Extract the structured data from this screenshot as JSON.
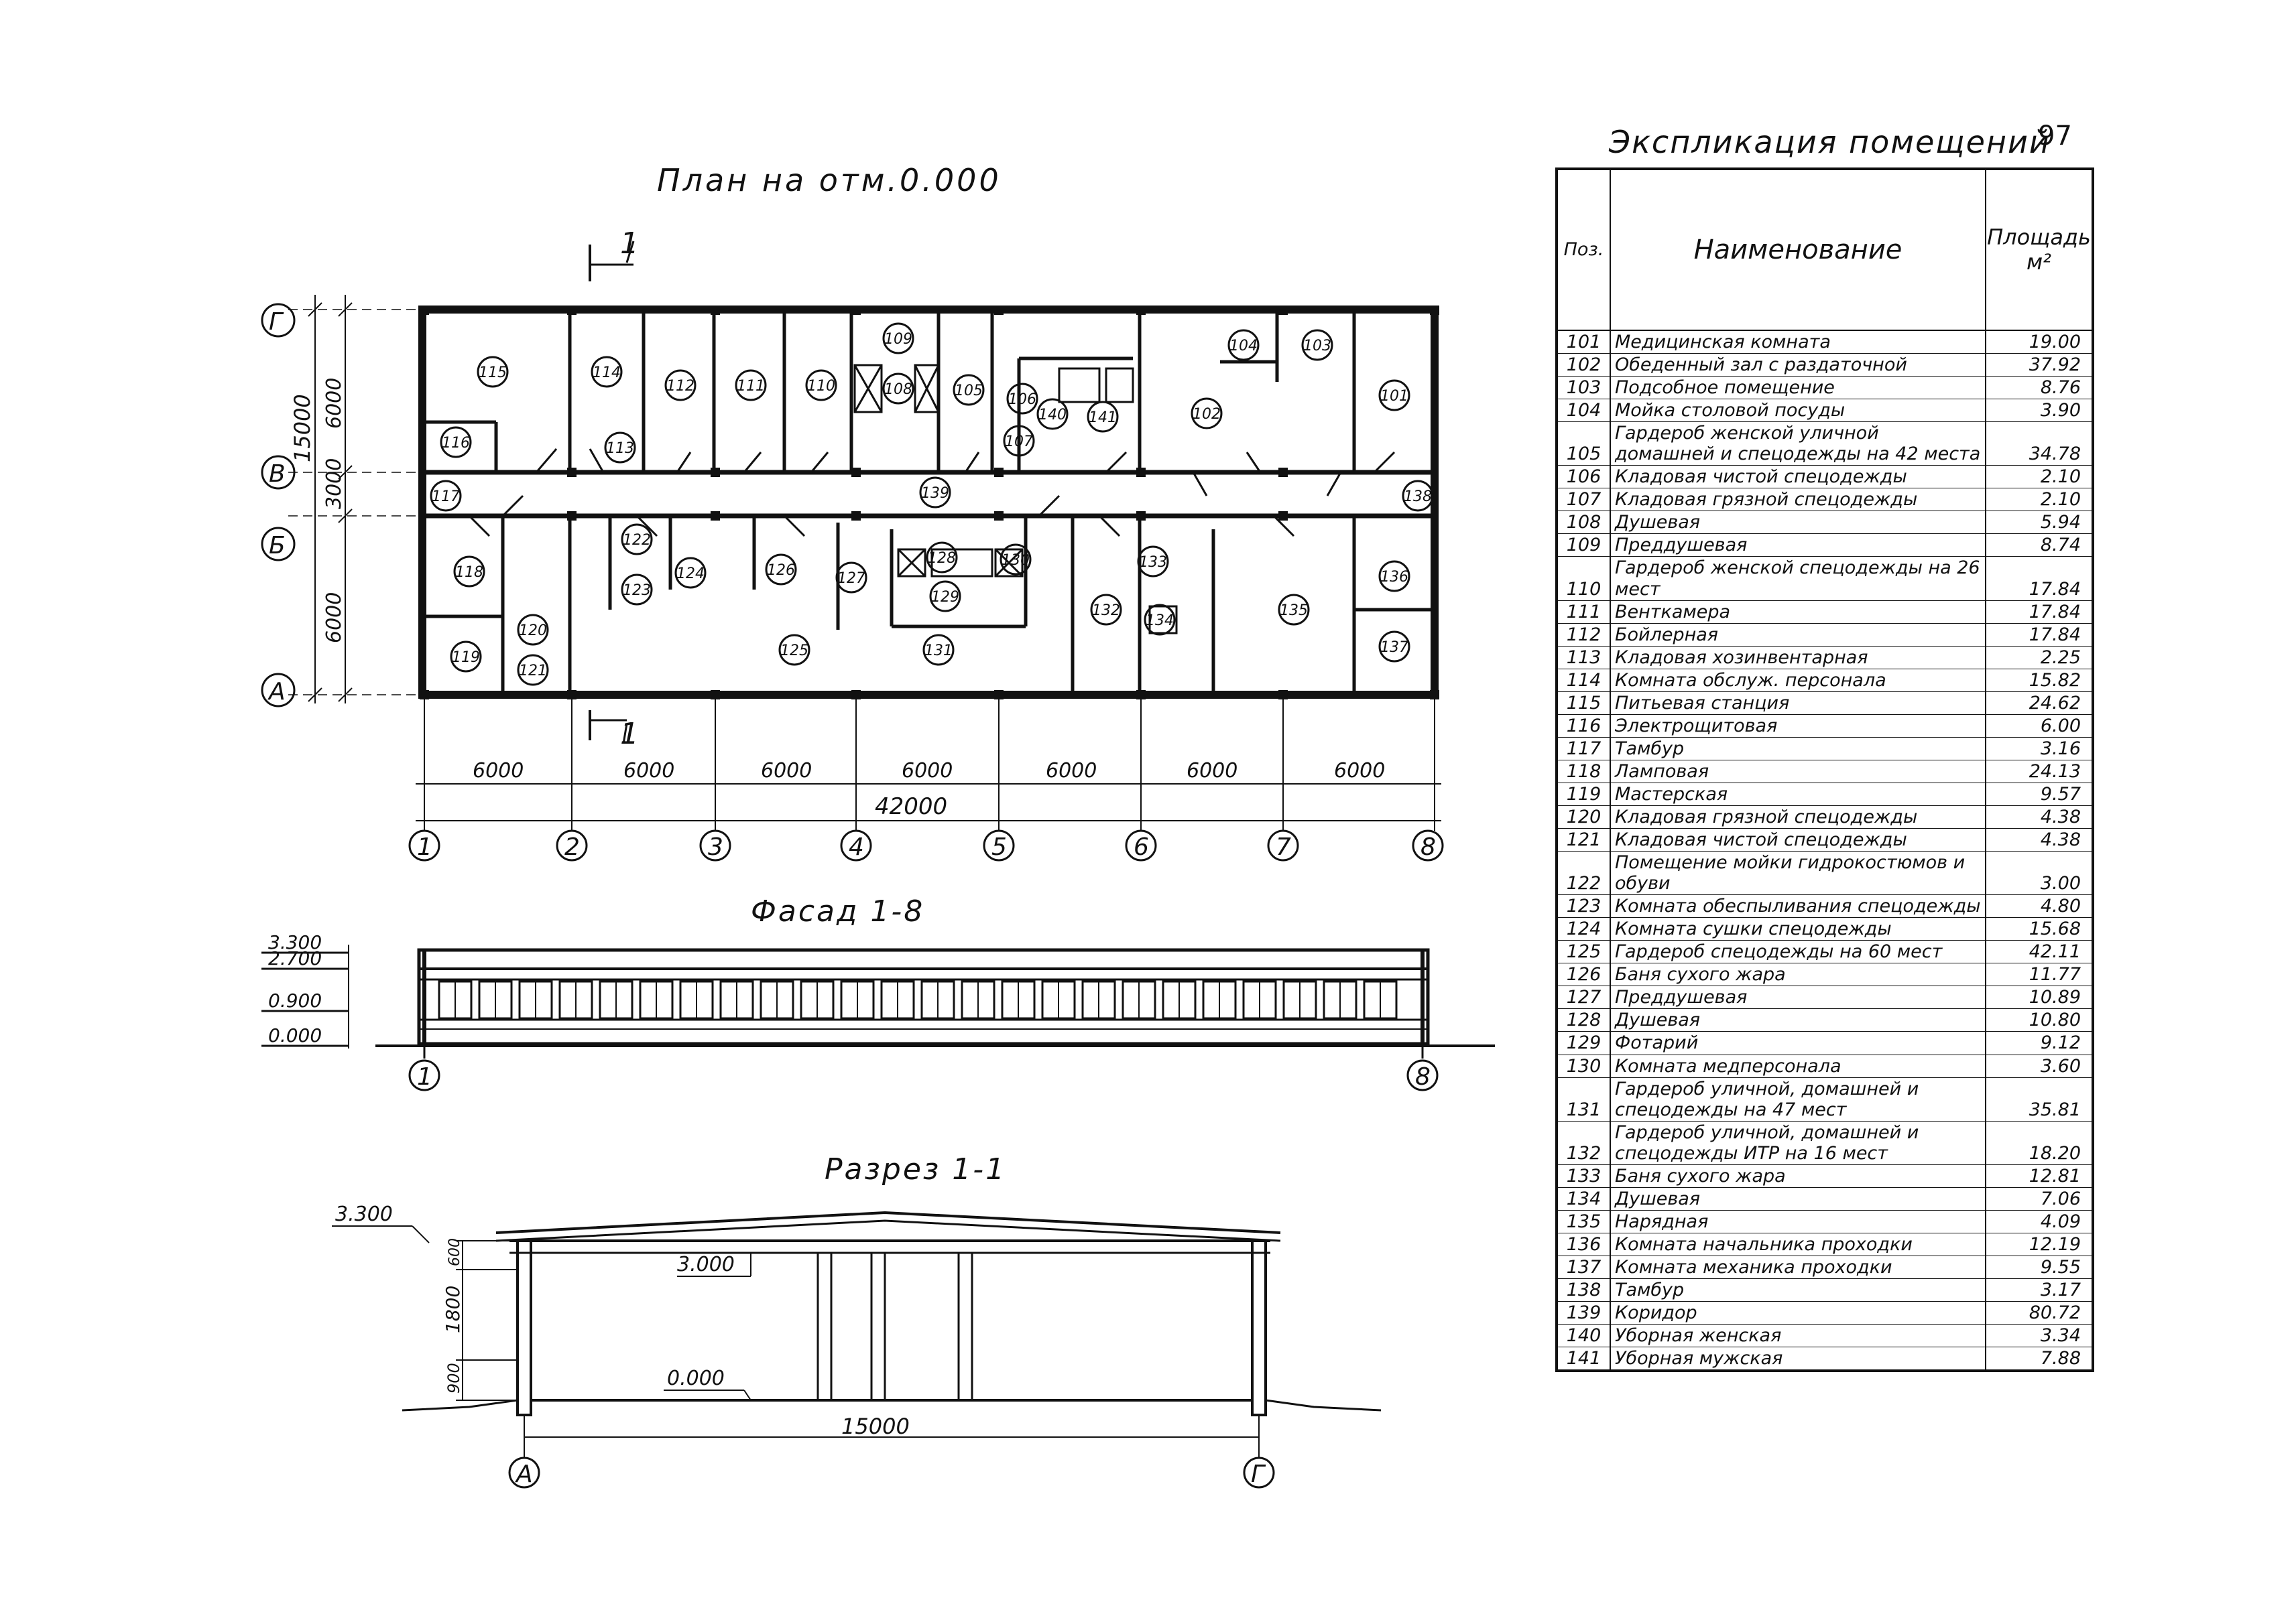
{
  "page_number": "97",
  "plan": {
    "title": "План на отм.0.000",
    "section_mark": "1",
    "axes_letters": [
      "Г",
      "В",
      "Б",
      "А"
    ],
    "axes_numbers": [
      "1",
      "2",
      "3",
      "4",
      "5",
      "6",
      "7",
      "8"
    ],
    "dims_vertical": [
      "6000",
      "3000",
      "6000"
    ],
    "dim_total_vertical": "15000",
    "dims_horizontal": [
      "6000",
      "6000",
      "6000",
      "6000",
      "6000",
      "6000",
      "6000"
    ],
    "dim_total_horizontal": "42000",
    "room_labels": [
      "115",
      "114",
      "112",
      "111",
      "110",
      "109",
      "108",
      "105",
      "106",
      "140",
      "141",
      "107",
      "102",
      "104",
      "103",
      "101",
      "116",
      "113",
      "117",
      "139",
      "138",
      "118",
      "122",
      "123",
      "124",
      "126",
      "127",
      "128",
      "129",
      "130",
      "132",
      "133",
      "134",
      "135",
      "136",
      "137",
      "120",
      "121",
      "119",
      "125",
      "131"
    ]
  },
  "facade": {
    "title": "Фасад 1-8",
    "levels": [
      "3.300",
      "2.700",
      "0.900",
      "0.000"
    ],
    "axes": [
      "1",
      "8"
    ]
  },
  "section": {
    "title": "Разрез 1-1",
    "levels": [
      "3.300",
      "3.000",
      "0.000"
    ],
    "dims": [
      "600",
      "1800",
      "900"
    ],
    "span": "15000",
    "axes": [
      "А",
      "Г"
    ]
  },
  "explication": {
    "title": "Экспликация помещений",
    "headers": {
      "pos": "Поз.",
      "name": "Наименование",
      "area": "Площадь м²"
    },
    "rows": [
      {
        "pos": "101",
        "name": "Медицинская комната",
        "area": "19.00"
      },
      {
        "pos": "102",
        "name": "Обеденный зал с раздаточной",
        "area": "37.92"
      },
      {
        "pos": "103",
        "name": "Подсобное помещение",
        "area": "8.76"
      },
      {
        "pos": "104",
        "name": "Мойка столовой посуды",
        "area": "3.90"
      },
      {
        "pos": "105",
        "name": "Гардероб женской уличной домашней и спецодежды на 42 места",
        "area": "34.78"
      },
      {
        "pos": "106",
        "name": "Кладовая чистой спецодежды",
        "area": "2.10"
      },
      {
        "pos": "107",
        "name": "Кладовая грязной спецодежды",
        "area": "2.10"
      },
      {
        "pos": "108",
        "name": "Душевая",
        "area": "5.94"
      },
      {
        "pos": "109",
        "name": "Преддушевая",
        "area": "8.74"
      },
      {
        "pos": "110",
        "name": "Гардероб женской спецодежды на 26 мест",
        "area": "17.84"
      },
      {
        "pos": "111",
        "name": "Венткамера",
        "area": "17.84"
      },
      {
        "pos": "112",
        "name": "Бойлерная",
        "area": "17.84"
      },
      {
        "pos": "113",
        "name": "Кладовая хозинвентарная",
        "area": "2.25"
      },
      {
        "pos": "114",
        "name": "Комната обслуж. персонала",
        "area": "15.82"
      },
      {
        "pos": "115",
        "name": "Питьевая станция",
        "area": "24.62"
      },
      {
        "pos": "116",
        "name": "Электрощитовая",
        "area": "6.00"
      },
      {
        "pos": "117",
        "name": "Тамбур",
        "area": "3.16"
      },
      {
        "pos": "118",
        "name": "Ламповая",
        "area": "24.13"
      },
      {
        "pos": "119",
        "name": "Мастерская",
        "area": "9.57"
      },
      {
        "pos": "120",
        "name": "Кладовая грязной спецодежды",
        "area": "4.38"
      },
      {
        "pos": "121",
        "name": "Кладовая чистой спецодежды",
        "area": "4.38"
      },
      {
        "pos": "122",
        "name": "Помещение мойки гидрокостюмов и обуви",
        "area": "3.00"
      },
      {
        "pos": "123",
        "name": "Комната обеспыливания спецодежды",
        "area": "4.80"
      },
      {
        "pos": "124",
        "name": "Комната сушки спецодежды",
        "area": "15.68"
      },
      {
        "pos": "125",
        "name": "Гардероб спецодежды на 60 мест",
        "area": "42.11"
      },
      {
        "pos": "126",
        "name": "Баня сухого жара",
        "area": "11.77"
      },
      {
        "pos": "127",
        "name": "Преддушевая",
        "area": "10.89"
      },
      {
        "pos": "128",
        "name": "Душевая",
        "area": "10.80"
      },
      {
        "pos": "129",
        "name": "Фотарий",
        "area": "9.12"
      },
      {
        "pos": "130",
        "name": "Комната медперсонала",
        "area": "3.60"
      },
      {
        "pos": "131",
        "name": "Гардероб уличной, домашней и спецодежды на 47 мест",
        "area": "35.81"
      },
      {
        "pos": "132",
        "name": "Гардероб уличной, домашней и спецодежды ИТР на 16 мест",
        "area": "18.20"
      },
      {
        "pos": "133",
        "name": "Баня сухого жара",
        "area": "12.81"
      },
      {
        "pos": "134",
        "name": "Душевая",
        "area": "7.06"
      },
      {
        "pos": "135",
        "name": "Нарядная",
        "area": "4.09"
      },
      {
        "pos": "136",
        "name": "Комната начальника проходки",
        "area": "12.19"
      },
      {
        "pos": "137",
        "name": "Комната механика проходки",
        "area": "9.55"
      },
      {
        "pos": "138",
        "name": "Тамбур",
        "area": "3.17"
      },
      {
        "pos": "139",
        "name": "Коридор",
        "area": "80.72"
      },
      {
        "pos": "140",
        "name": "Уборная женская",
        "area": "3.34"
      },
      {
        "pos": "141",
        "name": "Уборная мужская",
        "area": "7.88"
      }
    ]
  }
}
